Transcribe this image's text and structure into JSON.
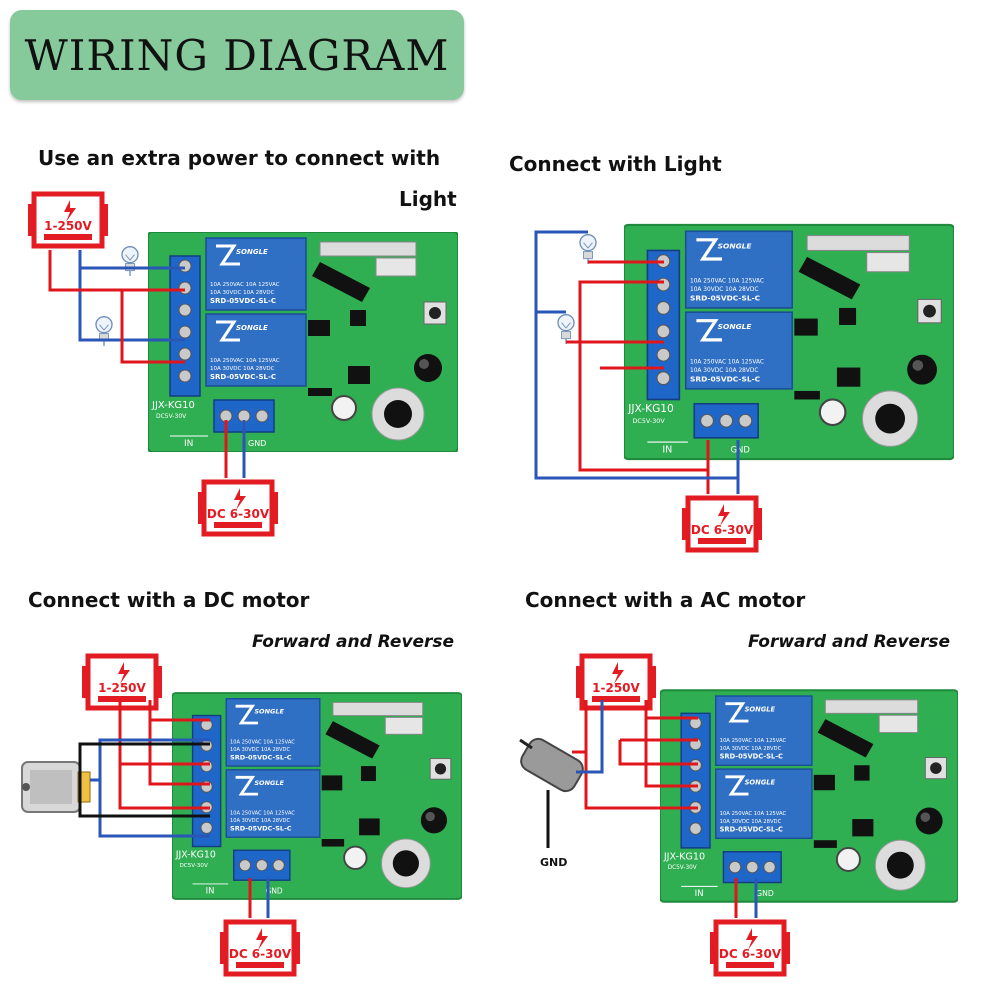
{
  "title": "WIRING DIAGRAM",
  "colors": {
    "banner": "#86c99a",
    "board": "#2fae52",
    "board_edge": "#1f8a3c",
    "relay": "#2f6fc4",
    "terminal": "#1f66c9",
    "wire_red": "#e0161d",
    "wire_blue": "#2a56b8",
    "supply": "#e31b23"
  },
  "panels": [
    {
      "caption_line1": "Use an extra power to connect with",
      "caption_line2": "Light",
      "ac_supply": "1-250V",
      "dc_supply": "DC 6-30V",
      "load": "light"
    },
    {
      "caption_line1": "Connect with Light",
      "ac_supply": "",
      "dc_supply": "DC 6-30V",
      "load": "light"
    },
    {
      "caption_line1": "Connect with a DC motor",
      "subtitle": "Forward and Reverse",
      "ac_supply": "1-250V",
      "dc_supply": "DC 6-30V",
      "load": "dc-motor"
    },
    {
      "caption_line1": "Connect with a AC motor",
      "subtitle": "Forward and Reverse",
      "ac_supply": "1-250V",
      "dc_supply": "DC 6-30V",
      "load": "ac-motor",
      "gnd_label": "GND"
    }
  ],
  "board": {
    "model": "JJX-KG10",
    "rating": "DC5V-30V",
    "in_label": "IN",
    "gnd_label": "GND",
    "relay": {
      "brand": "SONGLE",
      "line1": "10A 250VAC  10A 125VAC",
      "line2": "10A 30VDC   10A 28VDC",
      "model": "SRD-05VDC-SL-C"
    }
  }
}
